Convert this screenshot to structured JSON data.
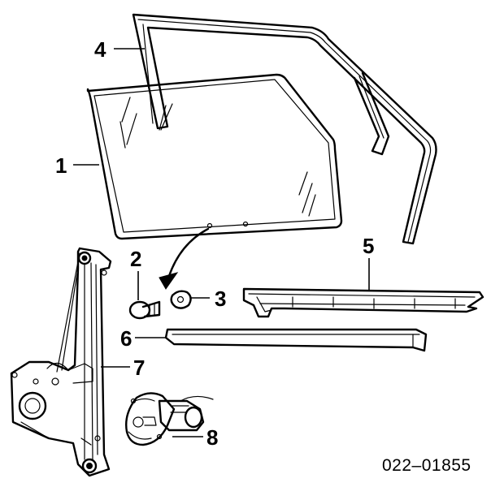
{
  "callouts": {
    "c1": "1",
    "c2": "2",
    "c3": "3",
    "c4": "4",
    "c5": "5",
    "c6": "6",
    "c7": "7",
    "c8": "8"
  },
  "diagram_code": "022–01855"
}
